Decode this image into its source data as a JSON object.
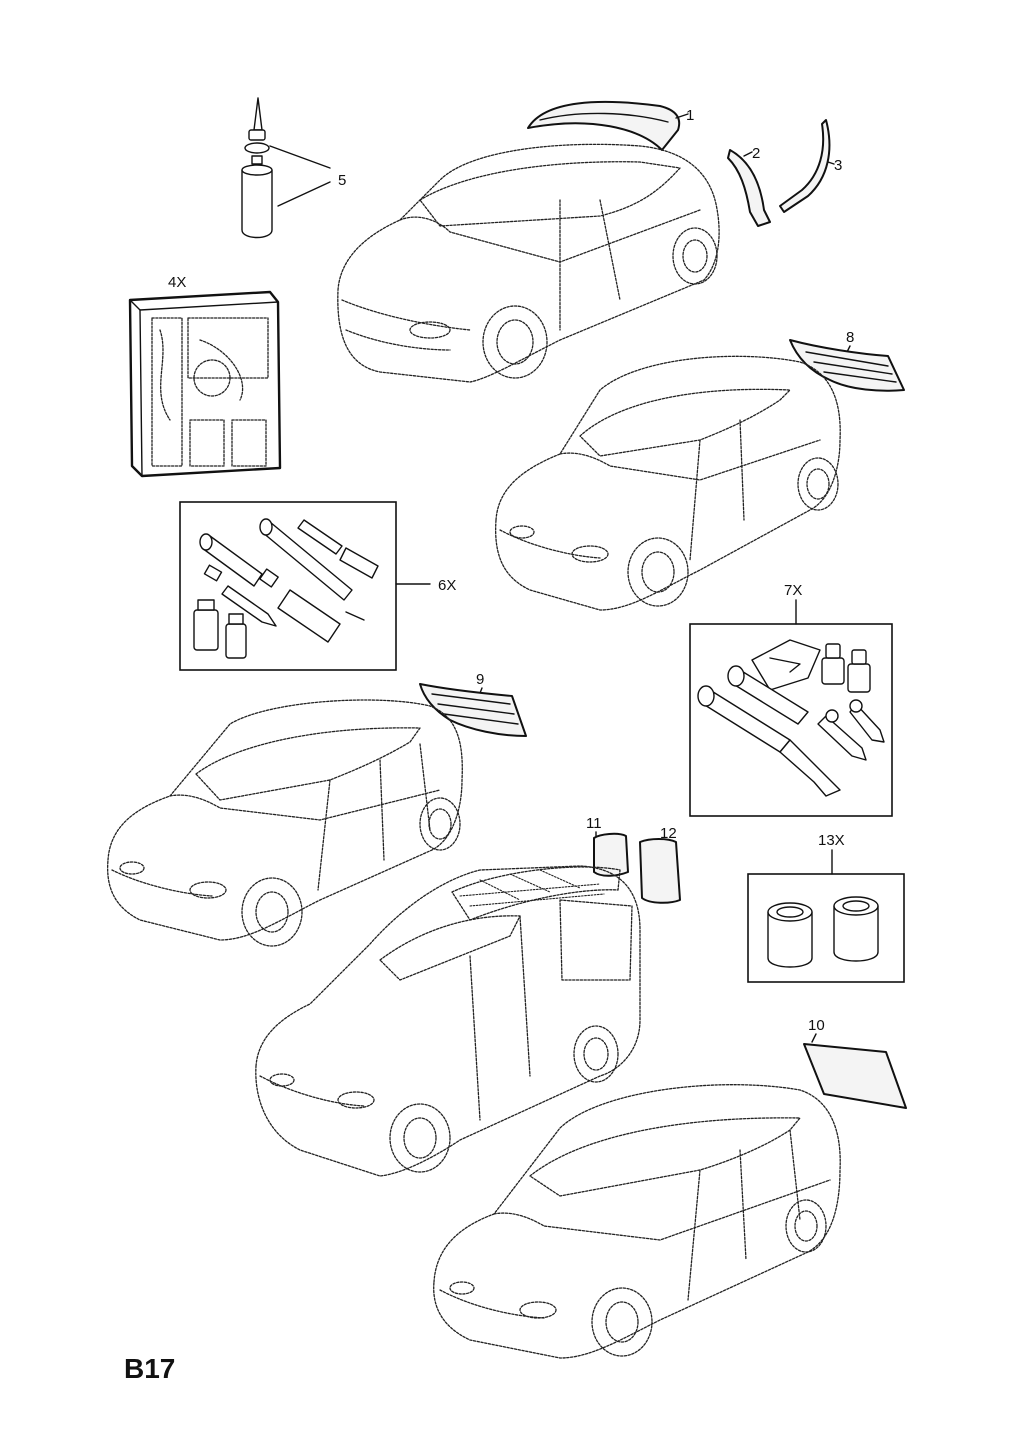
{
  "diagram_code": "B17",
  "callouts": {
    "c1": "1",
    "c2": "2",
    "c3": "3",
    "c4": "4X",
    "c5": "5",
    "c6": "6X",
    "c7": "7X",
    "c8": "8",
    "c9": "9",
    "c10": "10",
    "c11": "11",
    "c12": "12",
    "c13": "13X"
  }
}
